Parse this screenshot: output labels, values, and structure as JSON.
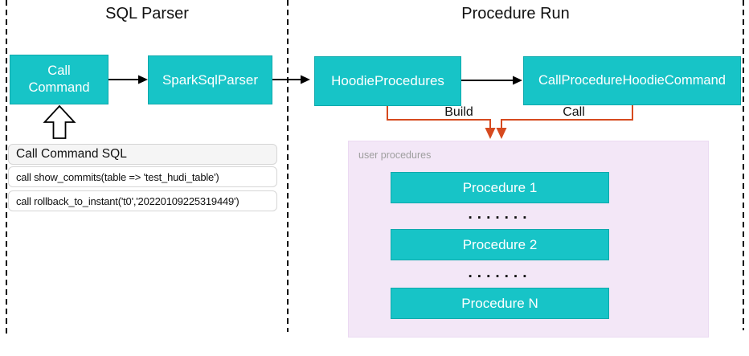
{
  "titles": {
    "left": "SQL Parser",
    "right": "Procedure Run"
  },
  "nodes": {
    "call_command": "Call Command",
    "spark_sql_parser": "SparkSqlParser",
    "hoodie_procedures": "HoodieProcedures",
    "call_procedure_hoodie_command": "CallProcedureHoodieCommand"
  },
  "edge_labels": {
    "build": "Build",
    "call": "Call"
  },
  "sql_table": {
    "header": "Call Command SQL",
    "rows": [
      "call show_commits(table => 'test_hudi_table')",
      "call rollback_to_instant('t0','20220109225319449')"
    ]
  },
  "user_procedures": {
    "label": "user procedures",
    "items": [
      "Procedure 1",
      "Procedure 2",
      "Procedure N"
    ],
    "separator_dots": "......."
  },
  "colors": {
    "node_fill": "#17C4C7",
    "node_border": "#0FA9AC",
    "container_fill": "#F3E7F7",
    "connector_orange": "#D64A1F",
    "connector_black": "#000000",
    "table_header_bg": "#F5F5F5",
    "muted_label": "#9E9E9E"
  }
}
